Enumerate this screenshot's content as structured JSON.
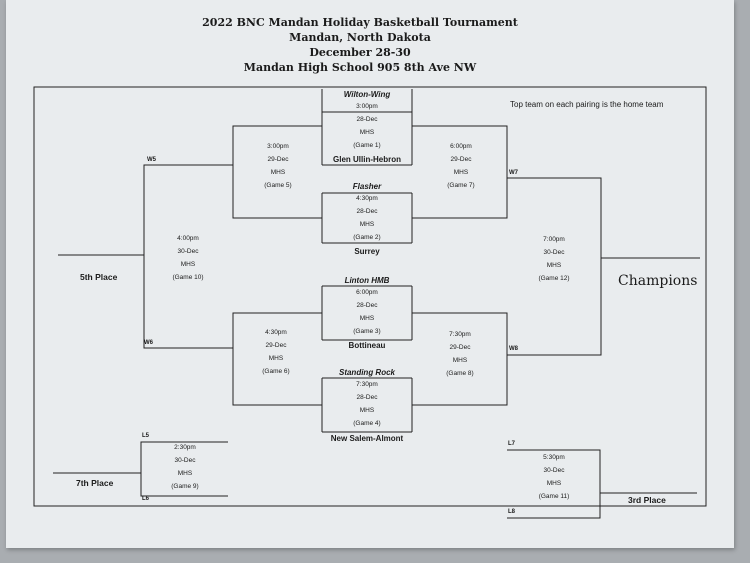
{
  "header": {
    "line1": "2022 BNC Mandan Holiday Basketball Tournament",
    "line2": "Mandan, North Dakota",
    "line3": "December 28-30",
    "line4": "Mandan High School 905 8th Ave NW"
  },
  "note": "Top team on each pairing is the home team",
  "teams": {
    "wilton_wing": "Wilton-Wing",
    "glen_ullin": "Glen Ullin-Hebron",
    "flasher": "Flasher",
    "surrey": "Surrey",
    "linton": "Linton HMB",
    "bottineau": "Bottineau",
    "standing_rock": "Standing Rock",
    "new_salem": "New Salem-Almont"
  },
  "games": {
    "g1": {
      "time": "3:00pm",
      "date": "28-Dec",
      "site": "MHS",
      "label": "(Game 1)"
    },
    "g2": {
      "time": "4:30pm",
      "date": "28-Dec",
      "site": "MHS",
      "label": "(Game 2)"
    },
    "g3": {
      "time": "6:00pm",
      "date": "28-Dec",
      "site": "MHS",
      "label": "(Game 3)"
    },
    "g4": {
      "time": "7:30pm",
      "date": "28-Dec",
      "site": "MHS",
      "label": "(Game 4)"
    },
    "g5": {
      "time": "3:00pm",
      "date": "29-Dec",
      "site": "MHS",
      "label": "(Game 5)"
    },
    "g6": {
      "time": "4:30pm",
      "date": "29-Dec",
      "site": "MHS",
      "label": "(Game 6)"
    },
    "g7": {
      "time": "6:00pm",
      "date": "29-Dec",
      "site": "MHS",
      "label": "(Game 7)"
    },
    "g8": {
      "time": "7:30pm",
      "date": "29-Dec",
      "site": "MHS",
      "label": "(Game 8)"
    },
    "g9": {
      "time": "2:30pm",
      "date": "30-Dec",
      "site": "MHS",
      "label": "(Game 9)"
    },
    "g10": {
      "time": "4:00pm",
      "date": "30-Dec",
      "site": "MHS",
      "label": "(Game 10)"
    },
    "g11": {
      "time": "5:30pm",
      "date": "30-Dec",
      "site": "MHS",
      "label": "(Game 11)"
    },
    "g12": {
      "time": "7:00pm",
      "date": "30-Dec",
      "site": "MHS",
      "label": "(Game 12)"
    }
  },
  "slots": {
    "w5": "W5",
    "w6": "W6",
    "w7": "W7",
    "w8": "W8",
    "l5": "L5",
    "l6": "L6",
    "l7": "L7",
    "l8": "L8"
  },
  "places": {
    "fifth": "5th Place",
    "seventh": "7th Place",
    "third": "3rd Place",
    "champions": "Champions"
  }
}
